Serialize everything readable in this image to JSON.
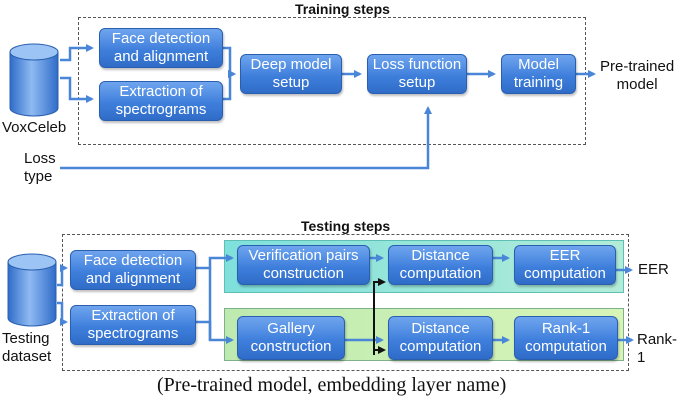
{
  "training": {
    "title": "Training steps",
    "db_label": "VoxCeleb",
    "face": "Face detection\nand alignment",
    "spec": "Extraction of\nspectrograms",
    "deep": "Deep model\nsetup",
    "loss": "Loss function\nsetup",
    "model": "Model\ntraining",
    "output": "Pre-trained\nmodel",
    "loss_type": "Loss\ntype"
  },
  "testing": {
    "title": "Testing steps",
    "db_label": "Testing\ndataset",
    "face": "Face detection\nand alignment",
    "spec": "Extraction of\nspectrograms",
    "verif": "Verification pairs\nconstruction",
    "dist1": "Distance\ncomputation",
    "eer_comp": "EER\ncomputation",
    "eer_out": "EER",
    "gallery": "Gallery\nconstruction",
    "dist2": "Distance\ncomputation",
    "rank_comp": "Rank-1\ncomputation",
    "rank_out": "Rank-1"
  },
  "caption": "(Pre-trained model, embedding layer name)",
  "colors": {
    "box": "#3f7fdc",
    "arrow": "#4a86d8",
    "teal_band": "#7fe0dc",
    "green_band": "#bdeab0"
  },
  "icons": [
    "database-icon"
  ]
}
